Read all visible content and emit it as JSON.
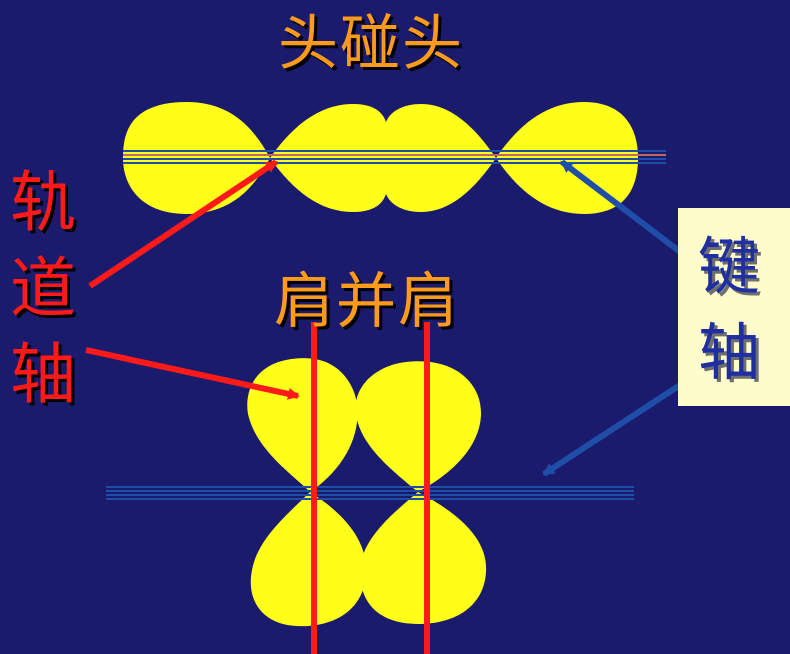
{
  "title_top": "头碰头",
  "title_bottom": "肩并肩",
  "labels": {
    "orbital_axis": [
      "轨",
      "道",
      "轴"
    ],
    "bond_axis": [
      "键",
      "轴"
    ]
  },
  "colors": {
    "background": "#1b1b6e",
    "lobe_fill": "#ffff1a",
    "title_text": "#ff9a1a",
    "orbital_axis": "#ff1a1a",
    "bond_axis": "#1f4ea8",
    "bond_axis_box": "#fffccc",
    "bond_axis_text": "#1f2ea0"
  }
}
